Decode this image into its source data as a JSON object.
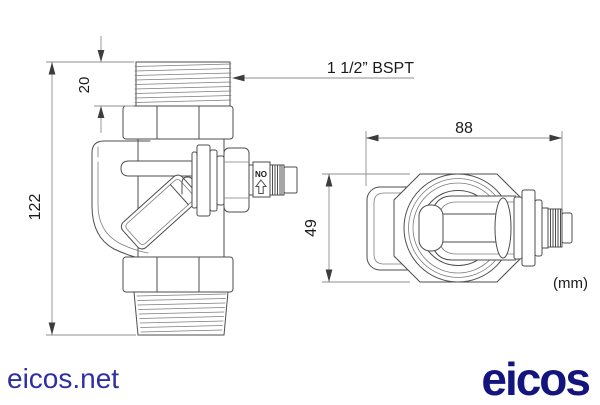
{
  "drawing": {
    "stroke_color": "#4d4d4d",
    "dimension_line_color": "#8f8f8f",
    "text_color": "#1a1a1a",
    "front_view": {
      "thread_spec_label": "1 1/2” BSPT",
      "thread_length_mm": "20",
      "overall_height_mm": "122",
      "switch_port_label": "NO"
    },
    "side_view": {
      "overall_length_mm": "88",
      "body_height_mm": "49",
      "units_label": "(mm)"
    }
  },
  "footer": {
    "website_link": "eicos.net",
    "website_color": "#2f2fa5",
    "brand_logo": "eicos",
    "brand_color": "#14147e"
  }
}
